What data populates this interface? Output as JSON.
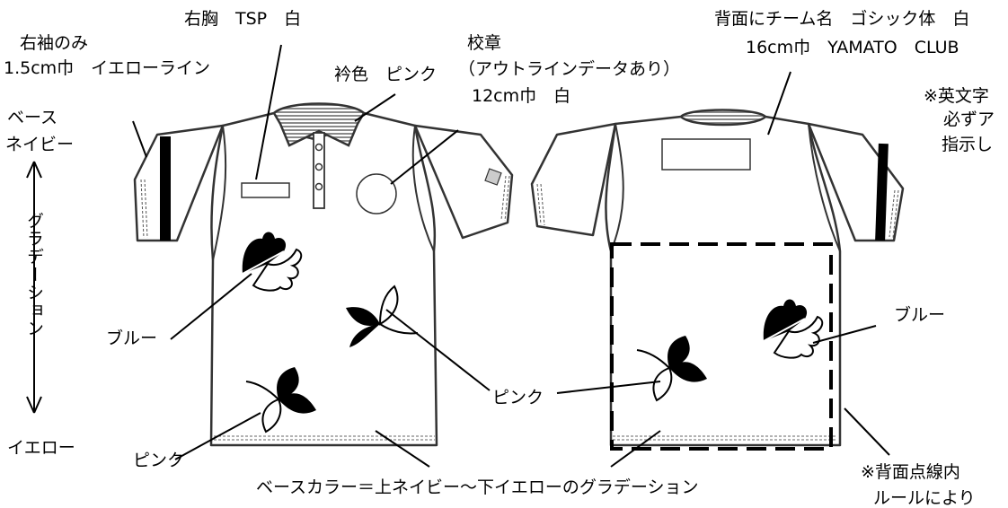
{
  "labels": {
    "right_chest": "右胸　TSP　白",
    "right_sleeve_line1": "右袖のみ",
    "right_sleeve_line2": "1.5cm巾　イエローライン",
    "collar": "衿色　ピンク",
    "emblem_line1": "校章",
    "emblem_line2": "（アウトラインデータあり）",
    "emblem_line3": "12cm巾　白",
    "back_team_line1": "背面にチーム名　ゴシック体　白",
    "back_team_line2": "16cm巾　YAMATO　CLUB",
    "note_letters_line1": "※英文字",
    "note_letters_line2": "必ずア",
    "note_letters_line3": "指示し",
    "base_line1": "ベース",
    "base_line2": "ネイビー",
    "gradation_vertical": "グラデーション",
    "yellow_bottom": "イエロー",
    "blue_front": "ブルー",
    "pink_front_right": "ピンク",
    "pink_front_bottom": "ピンク",
    "blue_back": "ブルー",
    "base_color": "ベースカラー＝上ネイビー～下イエローのグラデーション",
    "note_dotted_line1": "※背面点線内",
    "note_dotted_line2": "ルールにより"
  },
  "colors": {
    "outline": "#333333",
    "collar_stripe": "#9a9a9a",
    "leaf_fill": "#000000"
  },
  "icons": [
    "leaf-icon",
    "oak-leaf-icon",
    "emblem-circle"
  ]
}
